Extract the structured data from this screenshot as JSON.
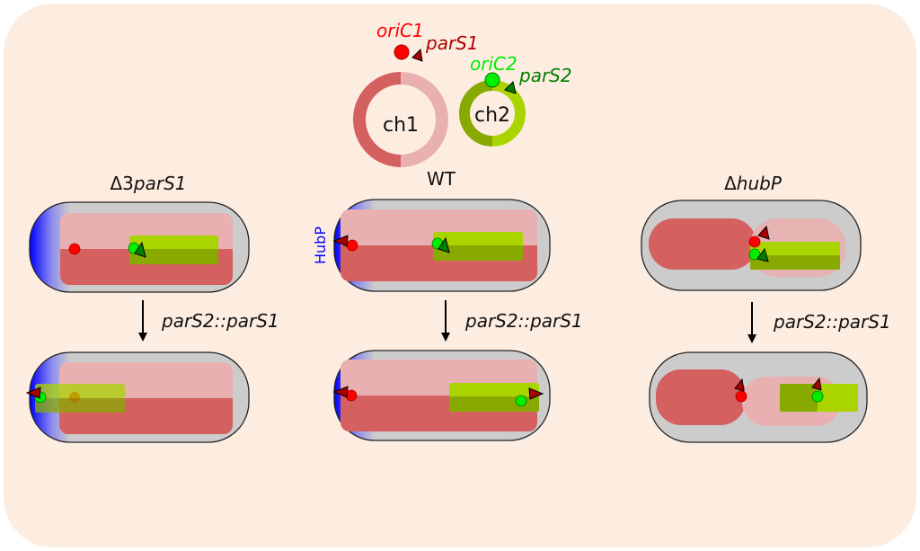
{
  "chromosomes": {
    "ch1": {
      "label": "ch1",
      "ori": "oriC1",
      "pars": "parS1"
    },
    "ch2": {
      "label": "ch2",
      "ori": "oriC2",
      "pars": "parS2"
    }
  },
  "panels": [
    {
      "title_prefix": "Δ3",
      "title_italic": "parS1",
      "arrow_label": "parS2::parS1"
    },
    {
      "title_prefix": "WT",
      "title_italic": "",
      "arrow_label": "parS2::parS1",
      "pole_label": "HubP"
    },
    {
      "title_prefix": "Δ",
      "title_italic": "hubP",
      "arrow_label": "parS2::parS1"
    }
  ],
  "colors": {
    "background": "#fdede1",
    "cell": "#cccccc",
    "ch1_light": "#e8b0b0",
    "ch1_dark": "#d46060",
    "ch2_light": "#aad400",
    "ch2_dark": "#88aa00",
    "ori1": "#ff0000",
    "ori2": "#00ee00",
    "pars1": "#aa0000",
    "pars2": "#008000",
    "hubp": "#0000ff"
  }
}
